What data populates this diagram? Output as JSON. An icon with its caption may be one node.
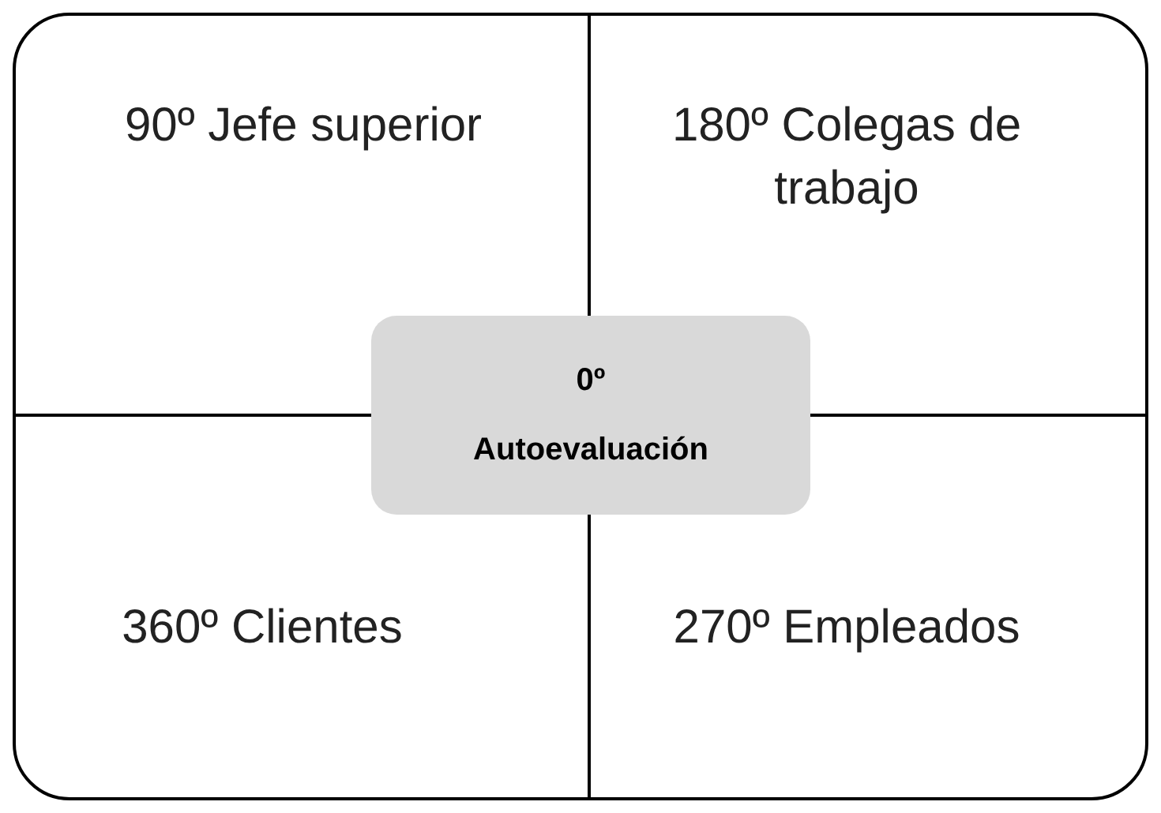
{
  "diagram": {
    "nodes": [
      {
        "text": [
          "90º Jefe superior"
        ]
      },
      {
        "text": [
          "180º Colegas de trabajo"
        ]
      },
      {
        "text": [
          "0º Autoevaluación"
        ]
      },
      {
        "text": [
          "360º Clientes"
        ]
      },
      {
        "text": [
          "270º Empleados"
        ]
      }
    ]
  }
}
